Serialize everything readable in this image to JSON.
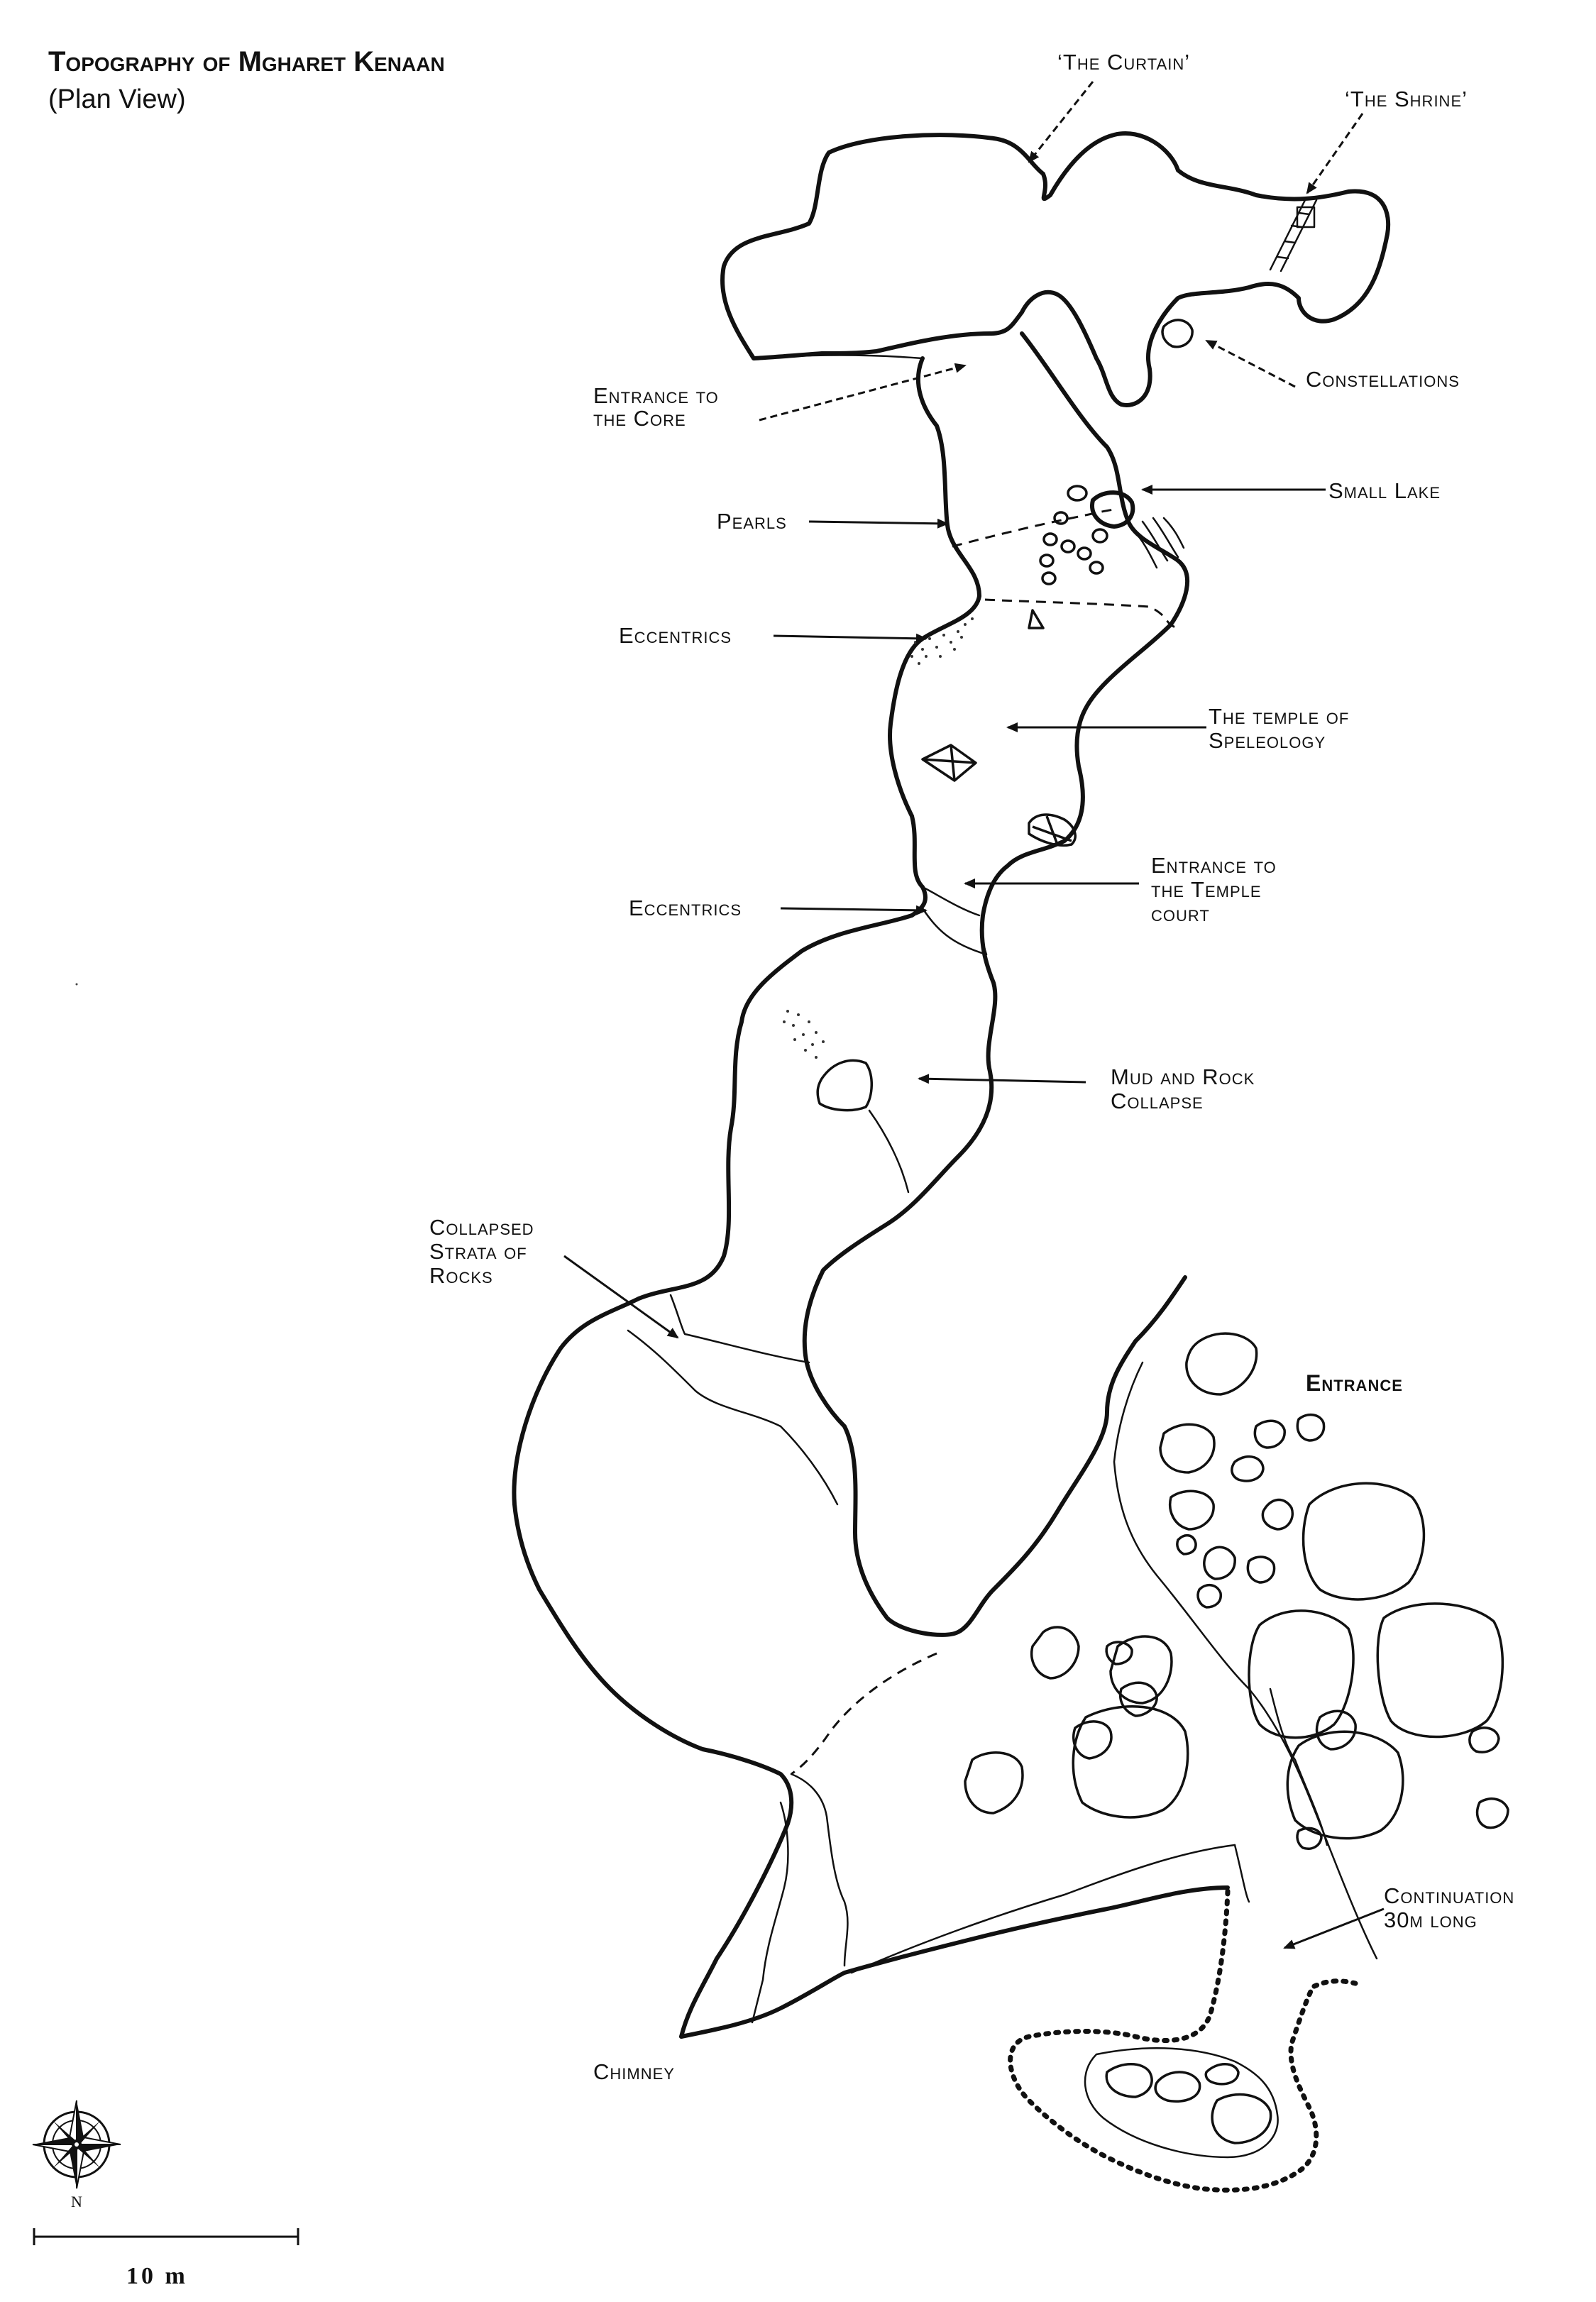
{
  "title": "Topography of Mgharet Kenaan",
  "subtitle": "(Plan View)",
  "labels": {
    "curtain": "‘The Curtain’",
    "shrine": "‘The Shrine’",
    "constellations": "Constellations",
    "entrance_core_1": "Entrance to",
    "entrance_core_2": "the Core",
    "small_lake": "Small Lake",
    "pearls": "Pearls",
    "eccentrics_upper": "Eccentrics",
    "temple_1": "The temple of",
    "temple_2": "Speleology",
    "entrance_temple_1": "Entrance to",
    "entrance_temple_2": "the Temple",
    "entrance_temple_3": "court",
    "eccentrics_lower": "Eccentrics",
    "mud_1": "Mud and Rock",
    "mud_2": "Collapse",
    "strata_1": "Collapsed",
    "strata_2": "Strata of",
    "strata_3": "Rocks",
    "entrance": "Entrance",
    "continuation_1": "Continuation",
    "continuation_2": "30m long",
    "chimney": "Chimney"
  },
  "compass": {
    "north_label": "N",
    "icon": "compass-rose-icon"
  },
  "scale_bar": {
    "label": "10 m"
  }
}
